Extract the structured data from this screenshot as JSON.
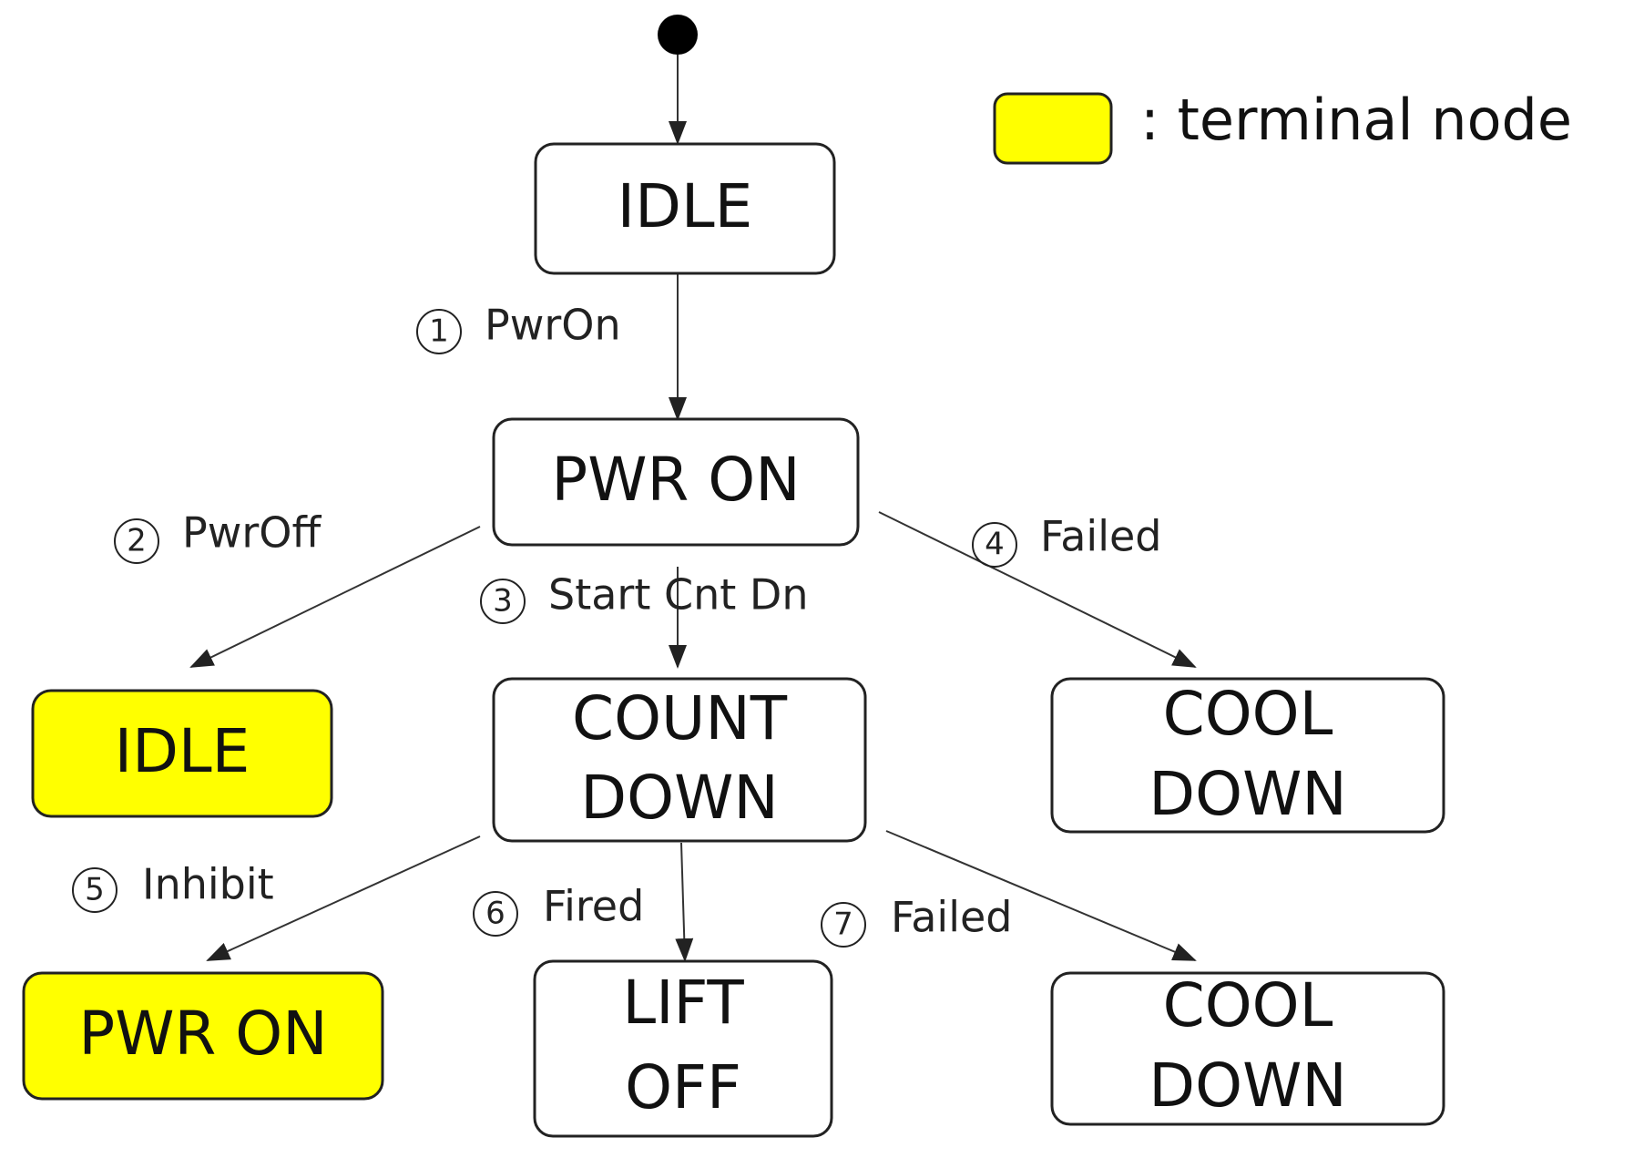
{
  "legend": {
    "label": ": terminal node",
    "swatch_color": "#ffff00"
  },
  "colors": {
    "terminal_fill": "#ffff00",
    "normal_fill": "#ffffff",
    "stroke": "#222222"
  },
  "nodes": {
    "idle_top": {
      "lines": [
        "IDLE"
      ],
      "terminal": false
    },
    "pwr_on": {
      "lines": [
        "PWR ON"
      ],
      "terminal": false
    },
    "idle_terminal": {
      "lines": [
        "IDLE"
      ],
      "terminal": true
    },
    "count_down": {
      "lines": [
        "COUNT",
        "DOWN"
      ],
      "terminal": false
    },
    "cool_down_1": {
      "lines": [
        "COOL",
        "DOWN"
      ],
      "terminal": false
    },
    "pwr_on_terminal": {
      "lines": [
        "PWR ON"
      ],
      "terminal": true
    },
    "lift_off": {
      "lines": [
        "LIFT",
        "OFF"
      ],
      "terminal": false
    },
    "cool_down_2": {
      "lines": [
        "COOL",
        "DOWN"
      ],
      "terminal": false
    }
  },
  "edges": {
    "e1": {
      "num": "1",
      "label": "PwrOn"
    },
    "e2": {
      "num": "2",
      "label": "PwrOff"
    },
    "e3": {
      "num": "3",
      "label": "Start Cnt Dn"
    },
    "e4": {
      "num": "4",
      "label": "Failed"
    },
    "e5": {
      "num": "5",
      "label": "Inhibit"
    },
    "e6": {
      "num": "6",
      "label": "Fired"
    },
    "e7": {
      "num": "7",
      "label": "Failed"
    }
  }
}
